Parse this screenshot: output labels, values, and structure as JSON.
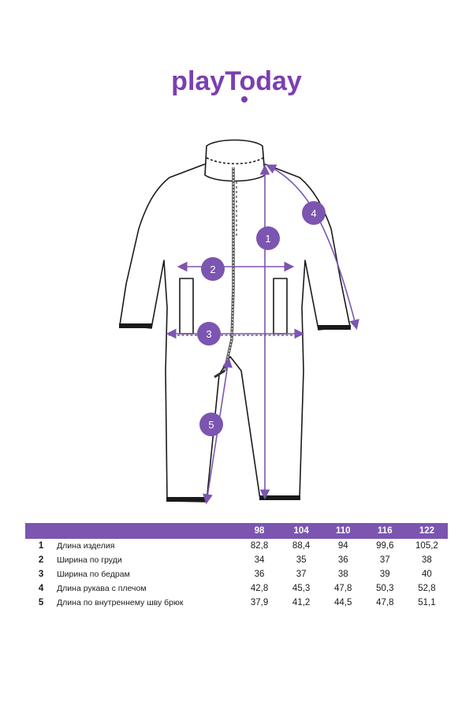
{
  "brand": {
    "name": "playToday",
    "color": "#7b3fb0"
  },
  "illustration": {
    "subject": "kids-jumpsuit",
    "marker_color": "#7b55b0",
    "markers": [
      "1",
      "2",
      "3",
      "4",
      "5"
    ]
  },
  "table": {
    "header_color": "#7b55b0",
    "sizes": [
      "98",
      "104",
      "110",
      "116",
      "122"
    ],
    "rows": [
      {
        "num": "1",
        "name": "Длина изделия",
        "values": [
          "82,8",
          "88,4",
          "94",
          "99,6",
          "105,2"
        ]
      },
      {
        "num": "2",
        "name": "Ширина по груди",
        "values": [
          "34",
          "35",
          "36",
          "37",
          "38"
        ]
      },
      {
        "num": "3",
        "name": "Ширина по бедрам",
        "values": [
          "36",
          "37",
          "38",
          "39",
          "40"
        ]
      },
      {
        "num": "4",
        "name": "Длина рукава с плечом",
        "values": [
          "42,8",
          "45,3",
          "47,8",
          "50,3",
          "52,8"
        ]
      },
      {
        "num": "5",
        "name": "Длина по внутреннему шву брюк",
        "values": [
          "37,9",
          "41,2",
          "44,5",
          "47,8",
          "51,1"
        ]
      }
    ]
  }
}
